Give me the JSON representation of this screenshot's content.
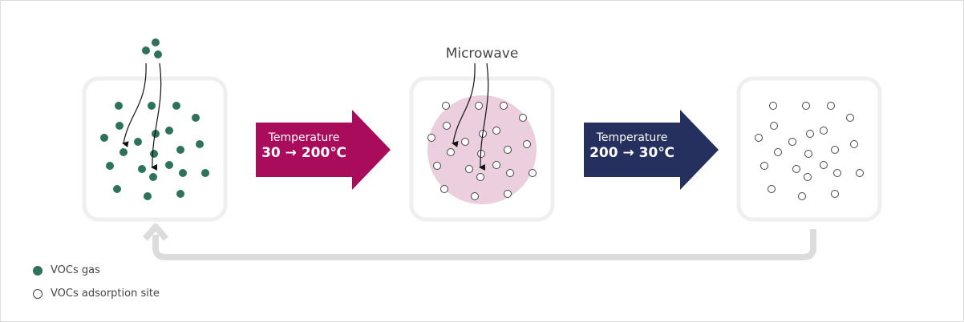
{
  "steps": [
    {
      "label": "Temperature",
      "range": "30 → 200℃",
      "color": "#a90c5b"
    },
    {
      "label": "Temperature",
      "range": "200 → 30℃",
      "color": "#25305e"
    }
  ],
  "microwave_label": "Microwave",
  "legend": [
    {
      "label": "VOCs gas",
      "color": "#2d7358"
    },
    {
      "label": "VOCs adsorption site",
      "color": "#ffffff"
    }
  ],
  "colors": {
    "box": "#efeff1",
    "heat": "#eccfdf",
    "return_arrow": "#dcdcdc"
  }
}
